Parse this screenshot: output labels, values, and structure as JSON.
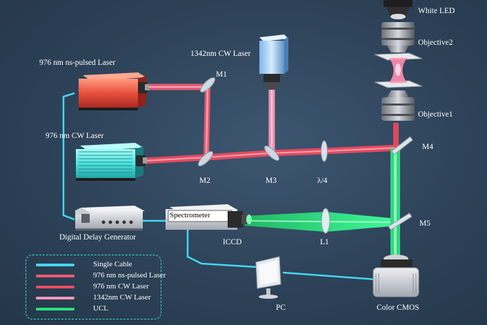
{
  "labels": {
    "white_led": "White LED",
    "objective2": "Objective2",
    "objective1": "Objective1",
    "cw_laser_1342": "1342nm CW Laser",
    "pulsed_laser_976": "976 nm ns-pulsed Laser",
    "cw_laser_976": "976 nm CW Laser",
    "m1": "M1",
    "m2": "M2",
    "m3": "M3",
    "m4": "M4",
    "m5": "M5",
    "quarter_wave": "λ/4",
    "spectrometer": "Spectrometer",
    "iccd": "ICCD",
    "l1": "L1",
    "delay_generator": "Digital Delay Generator",
    "pc": "PC",
    "color_cmos": "Color CMOS"
  },
  "legend": [
    {
      "label": "Single Cable",
      "color": "#43d8f2"
    },
    {
      "label": "976 nm ns-pulsed Laser",
      "color": "#f25a72"
    },
    {
      "label": "976 nm CW Laser",
      "color": "#ee4a60"
    },
    {
      "label": "1342nm CW Laser",
      "color": "#f59ab6"
    },
    {
      "label": "UCL",
      "color": "#28e07c"
    }
  ],
  "colors": {
    "background": "#2d4258",
    "cable": "#43d8f2",
    "pulsed_beam": "#f25a72",
    "cw_beam": "#ee4a60",
    "beam_1342": "#f59ab6",
    "ucl": "#28e07c",
    "legend_border": "#2fe6c6"
  }
}
